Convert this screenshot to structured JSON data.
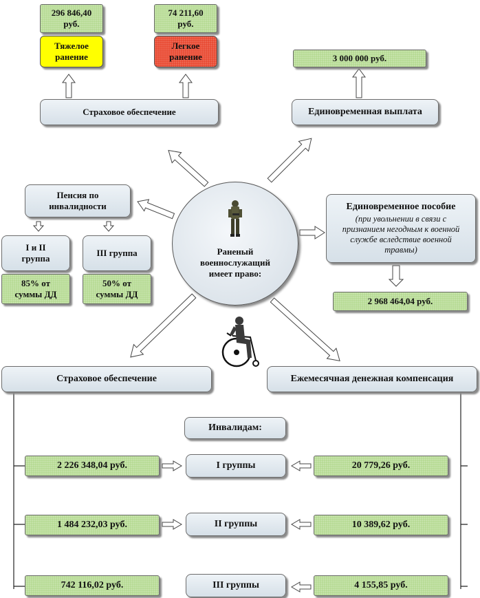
{
  "top_left": {
    "amount_severe": "296 846,40 руб.",
    "label_severe": "Тяжелое ранение",
    "amount_light": "74 211,60 руб.",
    "label_light": "Легкое ранение",
    "insurance": "Страховое обеспечение"
  },
  "top_right": {
    "one_time_amount": "3 000 000 руб.",
    "one_time_payment": "Единовременная выплата"
  },
  "pension": {
    "title": "Пенсия по инвалидности",
    "group_1_2": "I и II группа",
    "group_3": "III группа",
    "pct_1_2": "85% от суммы ДД",
    "pct_3": "50% от суммы ДД"
  },
  "center": {
    "title": "Раненый военнослужащий имеет право:",
    "soldier_icon": "soldier-icon",
    "wheelchair_icon": "wheelchair-icon"
  },
  "allowance": {
    "title": "Единовременное пособие",
    "note": "(при увольнении в связи с признанием негодным к военной службе вследствие военной травмы)",
    "amount": "2 968 464,04 руб."
  },
  "bottom": {
    "insurance": "Страховое обеспечение",
    "monthly": "Ежемесячная денежная компенсация",
    "disabled_header": "Инвалидам:",
    "groups": [
      "I группы",
      "II группы",
      "III группы"
    ],
    "insurance_amounts": [
      "2 226 348,04 руб.",
      "1 484 232,03 руб.",
      "742 116,02 руб."
    ],
    "monthly_amounts": [
      "20 779,26 руб.",
      "10 389,62 руб.",
      "4 155,85 руб."
    ]
  },
  "colors": {
    "green": "#b2d98e",
    "blue": "#dde5ec",
    "yellow": "#ffff00",
    "red": "#e8442c"
  }
}
